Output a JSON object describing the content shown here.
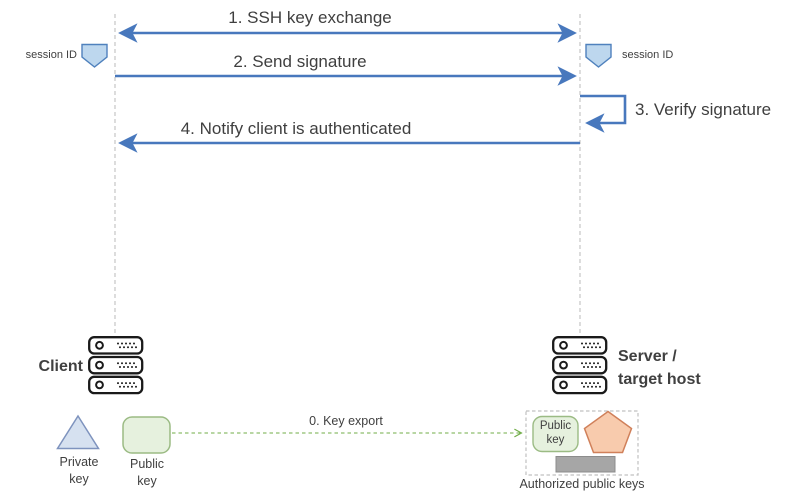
{
  "sequence": {
    "messages": [
      {
        "label": "1. SSH key exchange"
      },
      {
        "label": "2. Send signature"
      },
      {
        "label": "3. Verify signature"
      },
      {
        "label": "4. Notify client is authenticated"
      }
    ],
    "session_id_label_left": "session ID",
    "session_id_label_right": "session ID"
  },
  "actors": {
    "client_label": "Client",
    "server_label_line1": "Server /",
    "server_label_line2": "target host"
  },
  "key_material": {
    "private_key_label_line1": "Private",
    "private_key_label_line2": "key",
    "public_key_label_line1": "Public",
    "public_key_label_line2": "key",
    "export_arrow_label": "0. Key export",
    "authorized_store": {
      "public_key_line1": "Public",
      "public_key_line2": "key",
      "caption": "Authorized public keys"
    }
  },
  "icons": [
    {
      "name": "client-server-stack-icon"
    },
    {
      "name": "target-server-stack-icon"
    },
    {
      "name": "session-id-badge-icon"
    },
    {
      "name": "private-key-triangle-icon"
    },
    {
      "name": "public-key-box-icon"
    },
    {
      "name": "host-key-pentagon-icon"
    },
    {
      "name": "key-list-bar-icon"
    }
  ],
  "colors": {
    "arrow_blue": "#4878BD",
    "lifeline_gray": "#C6C6C6",
    "text_dark": "#3F3F3F",
    "session_shape_fill": "#BDD7EE",
    "session_shape_stroke": "#4F81BD",
    "private_key_fill": "#D6E1F0",
    "private_key_stroke": "#7E93BE",
    "public_key_fill": "#E6F1DE",
    "public_key_stroke": "#9BBB84",
    "export_green": "#70AD47",
    "pentagon_fill": "#F8CBAD",
    "pentagon_stroke": "#D0805A",
    "authorized_bar_fill": "#A6A6A6",
    "server_icon_stroke": "#1A1A1A"
  }
}
